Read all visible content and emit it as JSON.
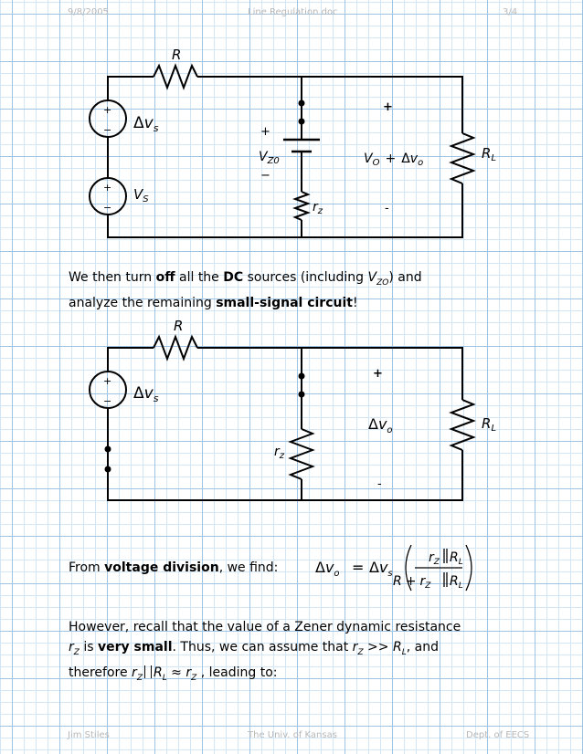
{
  "header": {
    "date": "9/8/2005",
    "doc": "Line Regulation.doc",
    "page": "3/4"
  },
  "footer": {
    "author": "Jim Stiles",
    "school": "The Univ. of Kansas",
    "dept": "Dept. of EECS"
  },
  "circuit1": {
    "R": "R",
    "dvs_delta": "Δ",
    "dvs_v": "v",
    "dvs_sub": "s",
    "Vs_v": "V",
    "Vs_sub": "S",
    "plus": "+",
    "minus": "−",
    "minus_dash": "-",
    "Vz0_v": "V",
    "Vz0_sub": "Z0",
    "rz_r": "r",
    "rz_sub": "z",
    "out_V": "V",
    "out_sub": "O",
    "out_plus": "+",
    "out_delta": "Δ",
    "out_v": "v",
    "out_vsub": "o",
    "RL_R": "R",
    "RL_sub": "L"
  },
  "paragraph1": {
    "t1": "We then turn ",
    "b1": "off",
    "t2": " all the ",
    "b2": "DC",
    "t3": " sources (including ",
    "v": "V",
    "vsub": "ZO",
    "t4": ") and",
    "line2a": "analyze the remaining ",
    "b3": "small-signal circuit",
    "line2b": "!"
  },
  "circuit2": {
    "R": "R",
    "dvs_delta": "Δ",
    "dvs_v": "v",
    "dvs_sub": "s",
    "plus": "+",
    "minus": "−",
    "minus_dash": "-",
    "rz_r": "r",
    "rz_sub": "z",
    "out_delta": "Δ",
    "out_v": "v",
    "out_sub": "o",
    "RL_R": "R",
    "RL_sub": "L"
  },
  "paragraph2": {
    "t1": "From ",
    "b1": "voltage division",
    "t2": ", we find:"
  },
  "equation": {
    "delta": "Δ",
    "vo": "v",
    "vo_sub": "o",
    "eq": "=",
    "vs": "v",
    "vs_sub": "s",
    "num_r": "r",
    "num_rsub": "Z",
    "num_R": "R",
    "num_Rsub": "L",
    "den_R": "R",
    "den_plus": "+",
    "den_r": "r",
    "den_rsub": "Z",
    "den_R2": "R",
    "den_R2sub": "L"
  },
  "paragraph3": {
    "line1": "However, recall that the value of a Zener dynamic resistance",
    "l2_r": "r",
    "l2_rsub": "Z",
    "l2_a": " is ",
    "l2_b": "very small",
    "l2_c": ".  Thus, we can assume that ",
    "l2_r2": "r",
    "l2_r2sub": "Z",
    "l2_gg": " >> ",
    "l2_R": "R",
    "l2_Rsub": "L",
    "l2_d": ", and",
    "l3_a": "therefore  ",
    "l3_r": "r",
    "l3_rsub": "Z",
    "l3_R": "R",
    "l3_Rsub": "L",
    "l3_approx": " ≈ ",
    "l3_r2": "r",
    "l3_r2sub": "Z",
    "l3_b": " , leading to:"
  }
}
